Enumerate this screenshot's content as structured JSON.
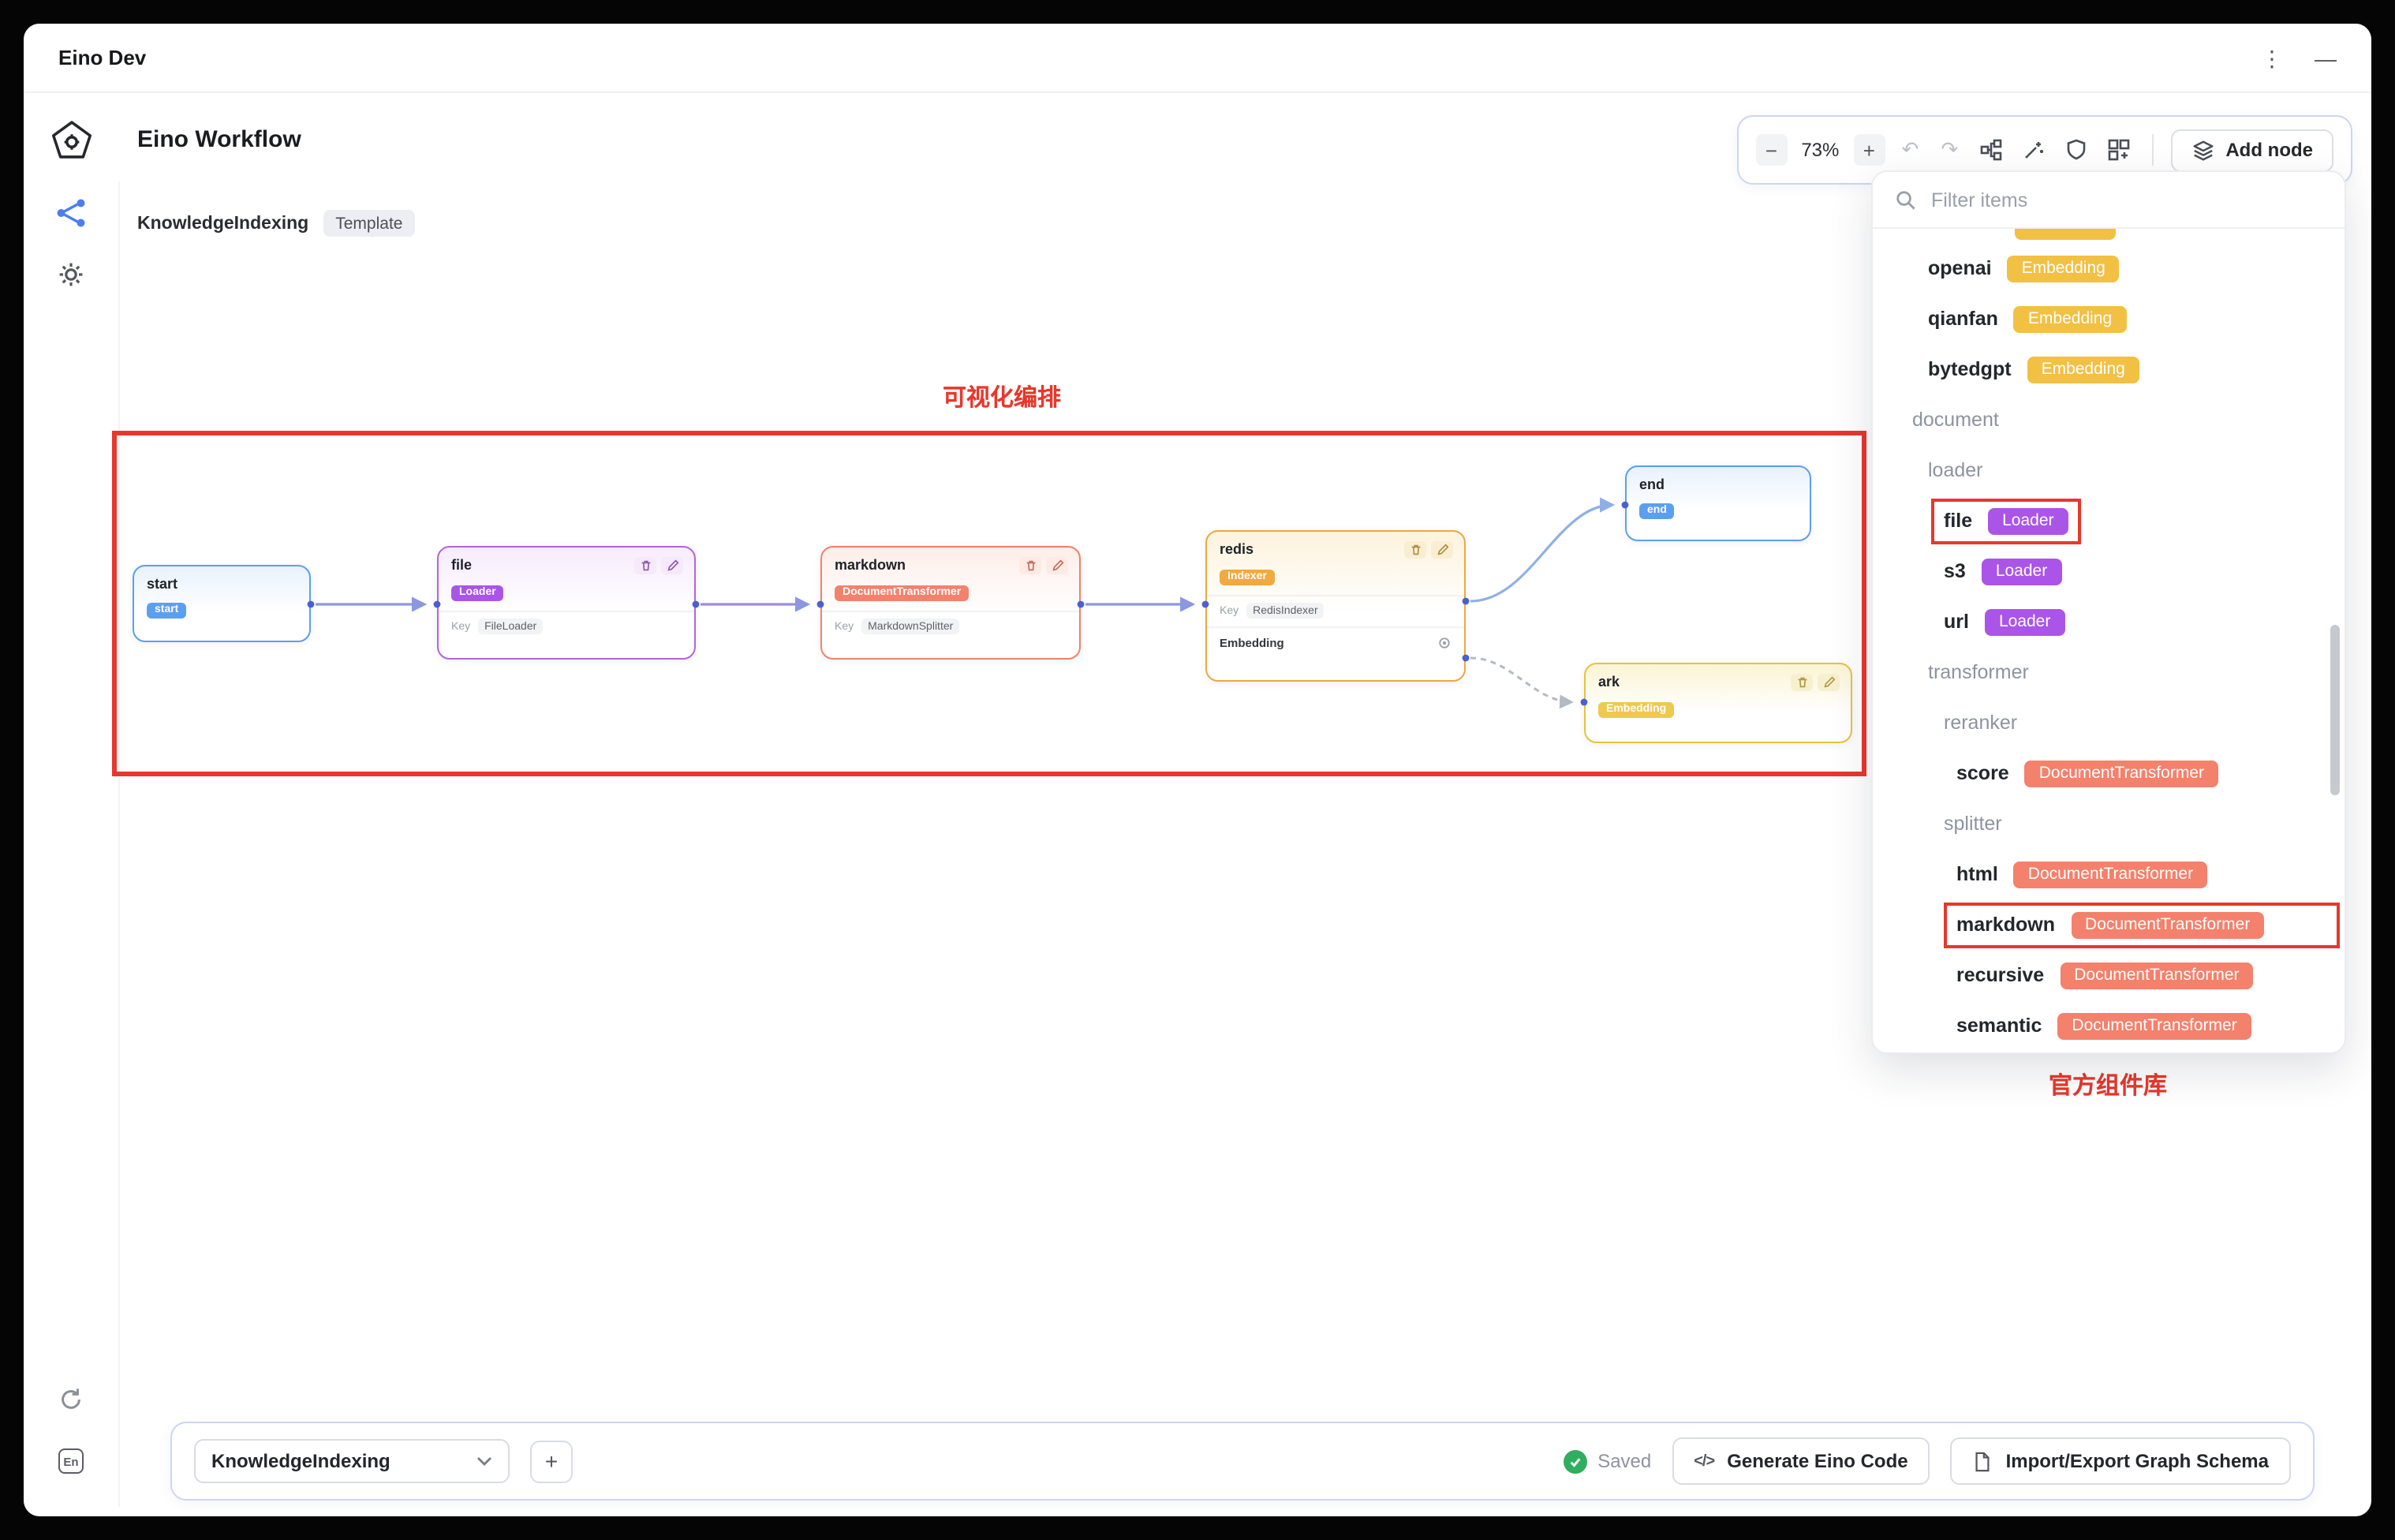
{
  "window": {
    "title": "Eino Dev"
  },
  "sidebar": {
    "language_label": "En"
  },
  "header": {
    "title": "Eino Workflow",
    "breadcrumb": "KnowledgeIndexing",
    "template_badge": "Template"
  },
  "icons": {
    "minus": "−",
    "plus": "+",
    "undo": "↶",
    "redo": "↷",
    "more": "⋮",
    "minimize": "—",
    "code": "</>"
  },
  "toolbar": {
    "zoom_level": "73%",
    "add_node_label": "Add node"
  },
  "canvas": {
    "annotation": "可视化编排",
    "nodes": {
      "start": {
        "title": "start",
        "badge": "start"
      },
      "file": {
        "title": "file",
        "badge": "Loader",
        "key_label": "Key",
        "key_value": "FileLoader"
      },
      "markdown": {
        "title": "markdown",
        "badge": "DocumentTransformer",
        "key_label": "Key",
        "key_value": "MarkdownSplitter"
      },
      "redis": {
        "title": "redis",
        "badge": "Indexer",
        "key_label": "Key",
        "key_value": "RedisIndexer",
        "embedding_label": "Embedding"
      },
      "end": {
        "title": "end",
        "badge": "end"
      },
      "ark": {
        "title": "ark",
        "badge": "Embedding"
      }
    }
  },
  "panel": {
    "filter_placeholder": "Filter items",
    "annotation": "官方组件库",
    "items": [
      {
        "label": "openai",
        "badge": "Embedding"
      },
      {
        "label": "qianfan",
        "badge": "Embedding"
      },
      {
        "label": "bytedgpt",
        "badge": "Embedding"
      },
      {
        "label": "document"
      },
      {
        "label": "loader"
      },
      {
        "label": "file",
        "badge": "Loader"
      },
      {
        "label": "s3",
        "badge": "Loader"
      },
      {
        "label": "url",
        "badge": "Loader"
      },
      {
        "label": "transformer"
      },
      {
        "label": "reranker"
      },
      {
        "label": "score",
        "badge": "DocumentTransformer"
      },
      {
        "label": "splitter"
      },
      {
        "label": "html",
        "badge": "DocumentTransformer"
      },
      {
        "label": "markdown",
        "badge": "DocumentTransformer"
      },
      {
        "label": "recursive",
        "badge": "DocumentTransformer"
      },
      {
        "label": "semantic",
        "badge": "DocumentTransformer"
      }
    ]
  },
  "bottombar": {
    "workflow_select": "KnowledgeIndexing",
    "saved_label": "Saved",
    "generate_label": "Generate Eino Code",
    "import_export_label": "Import/Export Graph Schema"
  },
  "colors": {
    "annotation_red": "#e8372c",
    "embedding_yellow": "#f2c043",
    "loader_purple": "#aa55e8",
    "transformer_salmon": "#f4816c",
    "indexer_orange": "#f2a93f",
    "node_blue": "#5b9ff0"
  }
}
